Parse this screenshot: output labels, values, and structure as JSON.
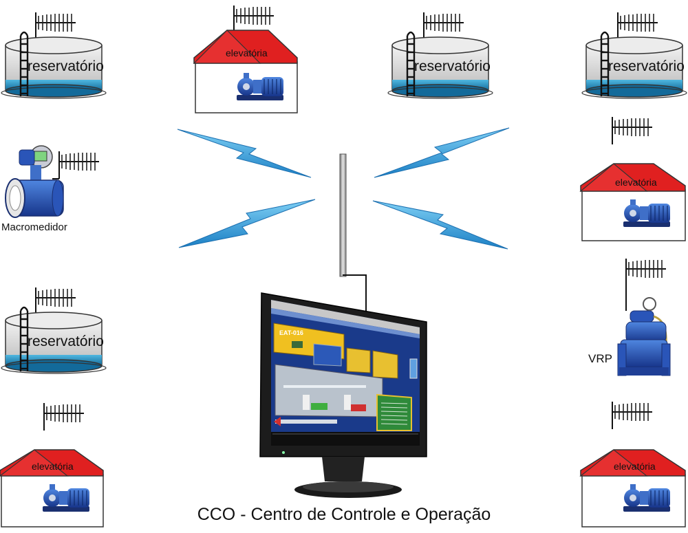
{
  "labels": {
    "reservoir": "reservatório",
    "pump_station": "elevatória",
    "flow_meter": "Macromedidor",
    "valve": "VRP",
    "control_center": "CCO - Centro de Controle e Operação",
    "screen_title": "EAT-016"
  },
  "colors": {
    "roof": "#e02020",
    "tank_water": "#1f8fc0",
    "tank_body": "#d8d8d8",
    "pump": "#1f4fb0",
    "lightning": "#2aa0e0",
    "screen_bg": "#1a3a8a",
    "screen_panel": "#f0c020"
  }
}
